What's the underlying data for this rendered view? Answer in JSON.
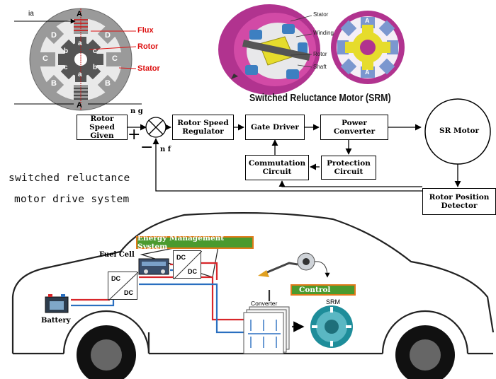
{
  "motor_cross_section": {
    "ia": "ia",
    "pole_A_top": "A",
    "pole_A_bottom": "A",
    "pole_D_left": "D",
    "pole_D_right": "D",
    "pole_C_left": "C",
    "pole_C_right": "C",
    "pole_B_left": "B",
    "pole_B_right": "B",
    "rotor_a_top": "a",
    "rotor_a_bottom": "a",
    "rotor_b_left": "b",
    "rotor_b_right": "b",
    "rotor_c_left": "c",
    "rotor_c_right": "c",
    "flux_label": "Flux",
    "rotor_label": "Rotor",
    "stator_label": "Stator"
  },
  "motor_3d": {
    "stator": "Stator",
    "winding": "Winding",
    "rotor": "Rotor",
    "shaft": "Shaft",
    "title": "Switched Reluctance Motor (SRM)"
  },
  "block_diagram": {
    "rotor_speed_given": "Rotor Speed Given",
    "ng": "n g",
    "nf": "n f",
    "plus": "+",
    "minus": "−",
    "rotor_speed_regulator": "Rotor Speed Regulator",
    "gate_driver": "Gate Driver",
    "power_converter": "Power Converter",
    "sr_motor": "SR Motor",
    "commutation_circuit": "Commutation Circuit",
    "protection_circuit": "Protection Circuit",
    "rotor_position_detector": "Rotor Position Detector"
  },
  "caption": {
    "line1": "switched reluctance",
    "line2": "motor drive system"
  },
  "vehicle": {
    "energy_management_system": "Energy Management System",
    "fuel_cell": "Fuel Cell",
    "dc_top": "DC",
    "dc_bottom": "DC",
    "battery": "Battery",
    "control": "Control",
    "converter": "Converter",
    "srm": "SRM"
  },
  "colors": {
    "accent_red": "#d11111",
    "magenta": "#b1338f",
    "stator_blue": "#3d7fc1",
    "rotor_yellow": "#ece036",
    "ems_green": "#4a9a2e",
    "ems_border": "#e07a1a",
    "wire_red": "#d8262a",
    "wire_blue": "#2a6fc0"
  }
}
